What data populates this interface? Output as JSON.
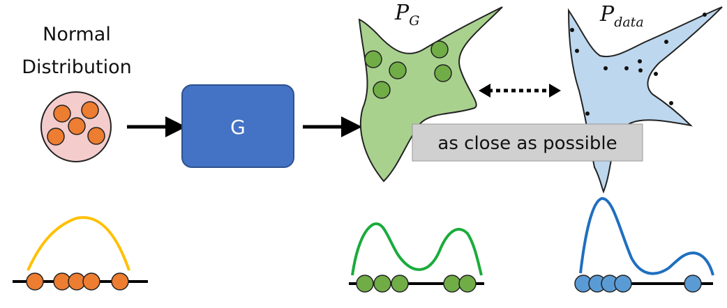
{
  "labels": {
    "normal_line1": "Normal",
    "normal_line2": "Distribution",
    "generator": "G",
    "pg_main": "P",
    "pg_sub": "G",
    "pdata_main": "P",
    "pdata_sub": "data",
    "close_text": "as close as possible"
  },
  "colors": {
    "orange": "#ed7d31",
    "yellow": "#ffc000",
    "generator_fill": "#4472c4",
    "green": "#70ad47",
    "green_curve": "#1aab3b",
    "pg_shape_fill": "#a9d18e",
    "pdata_shape_fill": "#bdd7ee",
    "blue_curve": "#1f6fbf",
    "blue_dot": "#5b9bd5",
    "pink_circle": "#f4cccc",
    "gray_box": "#d0d0d0"
  },
  "icons": {
    "arrow1": "right-arrow-icon",
    "arrow2": "right-arrow-icon",
    "double_arrow": "dotted-double-arrow-icon"
  }
}
